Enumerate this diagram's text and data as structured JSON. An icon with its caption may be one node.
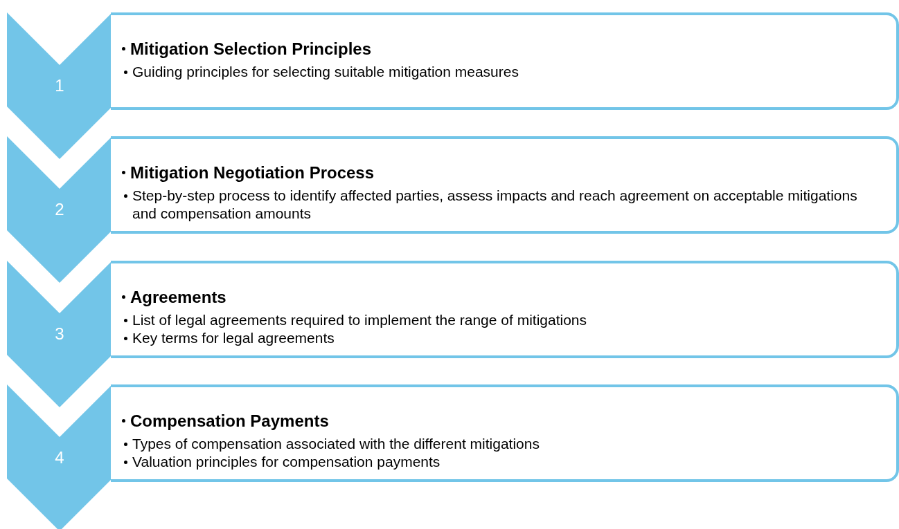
{
  "diagram": {
    "nodes": [
      {
        "text": [
          "1"
        ]
      },
      {
        "text": [
          "Mitigation Selection Principles",
          "Guiding principles for selecting suitable mitigation measures"
        ]
      },
      {
        "text": [
          "2"
        ]
      },
      {
        "text": [
          "Mitigation Negotiation Process",
          "Step-by-step process to identify affected parties, assess impacts and reach agreement on acceptable mitigations and compensation amounts"
        ]
      },
      {
        "text": [
          "3"
        ]
      },
      {
        "text": [
          "Agreements",
          "List of legal agreements required to implement the range of mitigations",
          "Key terms for legal agreements"
        ]
      },
      {
        "text": [
          "4"
        ]
      },
      {
        "text": [
          "Compensation Payments",
          "Types of compensation associated with the different mitigations",
          "Valuation principles for compensation payments"
        ]
      }
    ],
    "edges": []
  }
}
